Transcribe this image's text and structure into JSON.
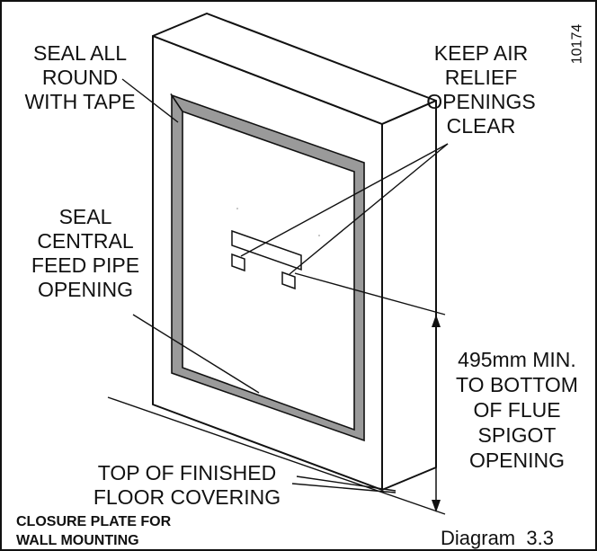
{
  "reference_number": "10174",
  "labels": {
    "seal_all_round": [
      "SEAL ALL",
      "ROUND",
      "WITH TAPE"
    ],
    "keep_air_relief": [
      "KEEP AIR",
      "RELIEF",
      "OPENINGS",
      "CLEAR"
    ],
    "seal_central_feed": [
      "SEAL",
      "CENTRAL",
      "FEED PIPE",
      "OPENING"
    ],
    "dimension": [
      "495mm MIN.",
      "TO BOTTOM",
      "OF FLUE",
      "SPIGOT",
      "OPENING"
    ],
    "floor_covering": [
      "TOP OF FINISHED",
      "FLOOR COVERING"
    ]
  },
  "caption": [
    "CLOSURE PLATE FOR",
    "WALL MOUNTING"
  ],
  "diagram_label": "Diagram  3.3",
  "colors": {
    "line": "#111111",
    "tape": "#9a9a9a",
    "background": "#ffffff"
  }
}
